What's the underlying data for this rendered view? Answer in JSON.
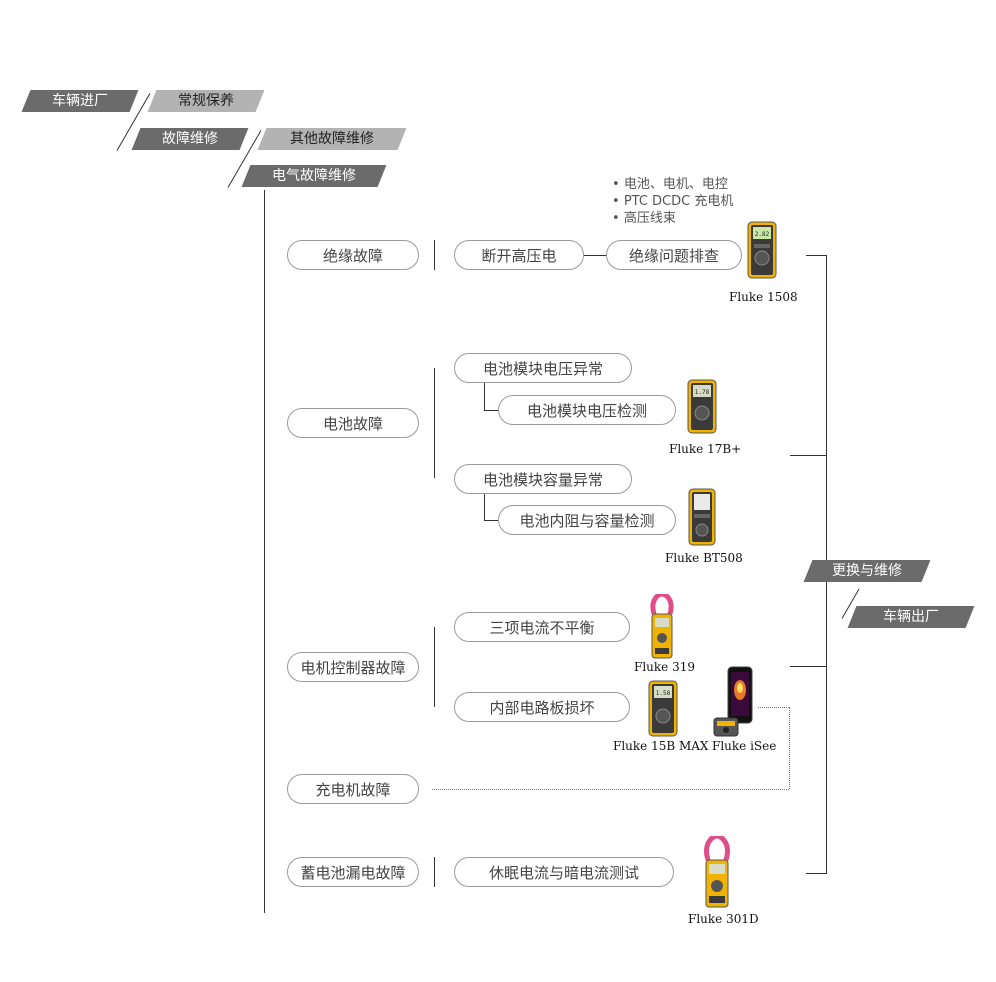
{
  "banners": {
    "vehicle_in": "车辆进厂",
    "routine": "常规保养",
    "fault_repair": "故障维修",
    "other_fault": "其他故障维修",
    "electrical_fault": "电气故障维修",
    "replace_repair": "更换与维修",
    "vehicle_out": "车辆出厂"
  },
  "faults": {
    "insulation": "绝缘故障",
    "battery": "电池故障",
    "motor_ctrl": "电机控制器故障",
    "charger": "充电机故障",
    "aux_battery": "蓄电池漏电故障"
  },
  "steps": {
    "disconnect_hv": "断开高压电",
    "insulation_check": "绝缘问题排查",
    "module_voltage_abn": "电池模块电压异常",
    "module_voltage_test": "电池模块电压检测",
    "module_capacity_abn": "电池模块容量异常",
    "internal_res_test": "电池内阻与容量检测",
    "three_phase": "三项电流不平衡",
    "pcb_damage": "内部电路板损坏",
    "sleep_current": "休眠电流与暗电流测试"
  },
  "notes": [
    "电池、电机、电控",
    "PTC DCDC 充电机",
    "高压线束"
  ],
  "devices": {
    "f1508": "Fluke 1508",
    "f17b": "Fluke 17B+",
    "bt508": "Fluke BT508",
    "f319": "Fluke 319",
    "f15b": "Fluke 15B MAX",
    "isee": "Fluke iSee",
    "f301d": "Fluke 301D",
    "screen_1508": "2.82",
    "screen_17b": "1.78",
    "screen_15b": "1.58"
  }
}
